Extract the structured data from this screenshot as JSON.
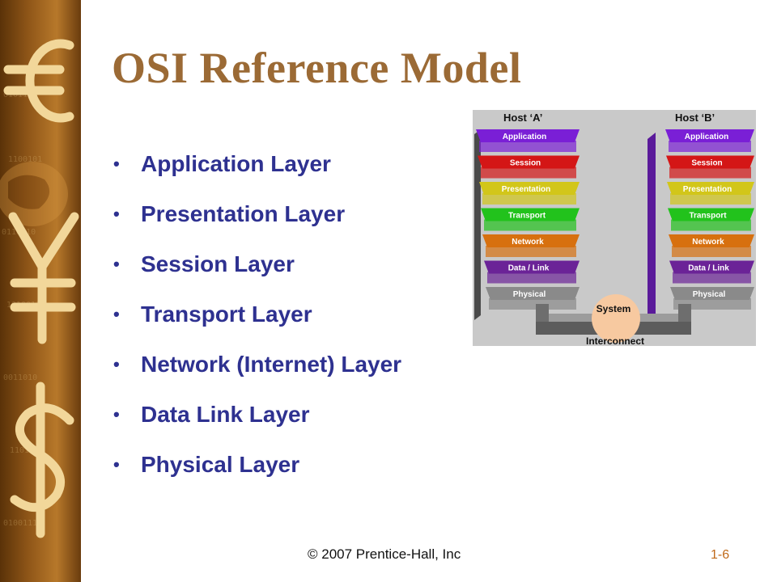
{
  "slide": {
    "title": "OSI Reference Model",
    "bullets": [
      "Application Layer",
      "Presentation Layer",
      "Session Layer",
      "Transport Layer",
      "Network (Internet) Layer",
      "Data Link Layer",
      "Physical Layer"
    ],
    "footer": {
      "copyright": "© 2007 Prentice-Hall, Inc",
      "page": "1-6"
    }
  },
  "banner": {
    "icons": [
      "euro-sign-icon",
      "yen-sign-icon",
      "dollar-sign-icon",
      "world-map-icon"
    ],
    "colors": {
      "dark": "#5a3208",
      "mid": "#b7782a",
      "glyph": "#f2d79a"
    }
  },
  "diagram": {
    "host_a_label": "Host ‘A’",
    "host_b_label": "Host ‘B’",
    "system_label": "System",
    "interconnect_label": "Interconnect",
    "layers": [
      {
        "label": "Application",
        "color": "#7a1fd6"
      },
      {
        "label": "Session",
        "color": "#d41616"
      },
      {
        "label": "Presentation",
        "color": "#d2c61a"
      },
      {
        "label": "Transport",
        "color": "#22c21c"
      },
      {
        "label": "Network",
        "color": "#d7700f"
      },
      {
        "label": "Data / Link",
        "color": "#6b2397"
      },
      {
        "label": "Physical",
        "color": "#8a8a8a"
      }
    ],
    "background": "#c9c9c9"
  },
  "colors": {
    "title": "#9b6a35",
    "bullet_text": "#2e3190",
    "page_number": "#c06a1a"
  }
}
